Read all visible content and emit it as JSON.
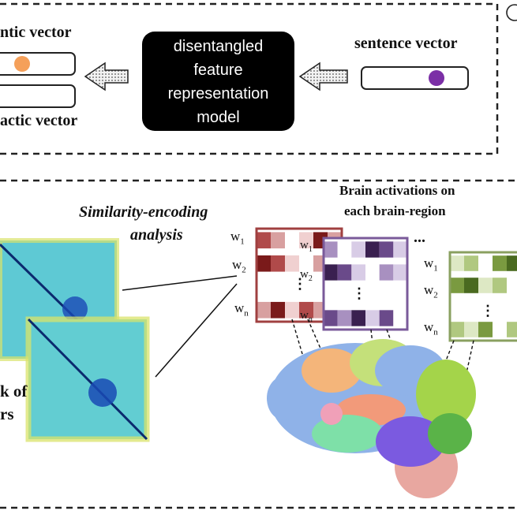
{
  "top_panel": {
    "semantic_label": "ntic vector",
    "syntactic_label": "actic vector",
    "model_label_lines": [
      "disentangled",
      "feature",
      "representation",
      "model"
    ],
    "sentence_label": "sentence vector",
    "semantic_dot_color": "#f5a05a",
    "sentence_dot_color": "#7b2fa6",
    "panel_number_icon": "circled-number-icon"
  },
  "bottom_panel": {
    "similarity_lines": [
      "Similarity-encoding",
      "analysis"
    ],
    "matrix_caption_lines": [
      "k of",
      "rs"
    ],
    "brain_title_lines": [
      "Brain activations on",
      "each brain-region"
    ],
    "ellipsis": "...",
    "vdots": "⋮",
    "w1": "w",
    "w1_sub": "1",
    "w2": "w",
    "w2_sub": "2",
    "wn": "w",
    "wn_sub": "n",
    "maps": [
      {
        "name": "red-activation-map",
        "border": "#a04040",
        "palette": [
          "#7a1a1a",
          "#b04a4a",
          "#d8a0a0",
          "#f0d0d0",
          "#ffffff"
        ]
      },
      {
        "name": "purple-activation-map",
        "border": "#7a5a9a",
        "palette": [
          "#3a2050",
          "#6a4a8a",
          "#a890c0",
          "#d8cce6",
          "#ffffff"
        ]
      },
      {
        "name": "green-activation-map",
        "border": "#8aa060",
        "palette": [
          "#4a6a20",
          "#7a9a40",
          "#b0c880",
          "#dde8c4",
          "#ffffff"
        ]
      }
    ]
  }
}
